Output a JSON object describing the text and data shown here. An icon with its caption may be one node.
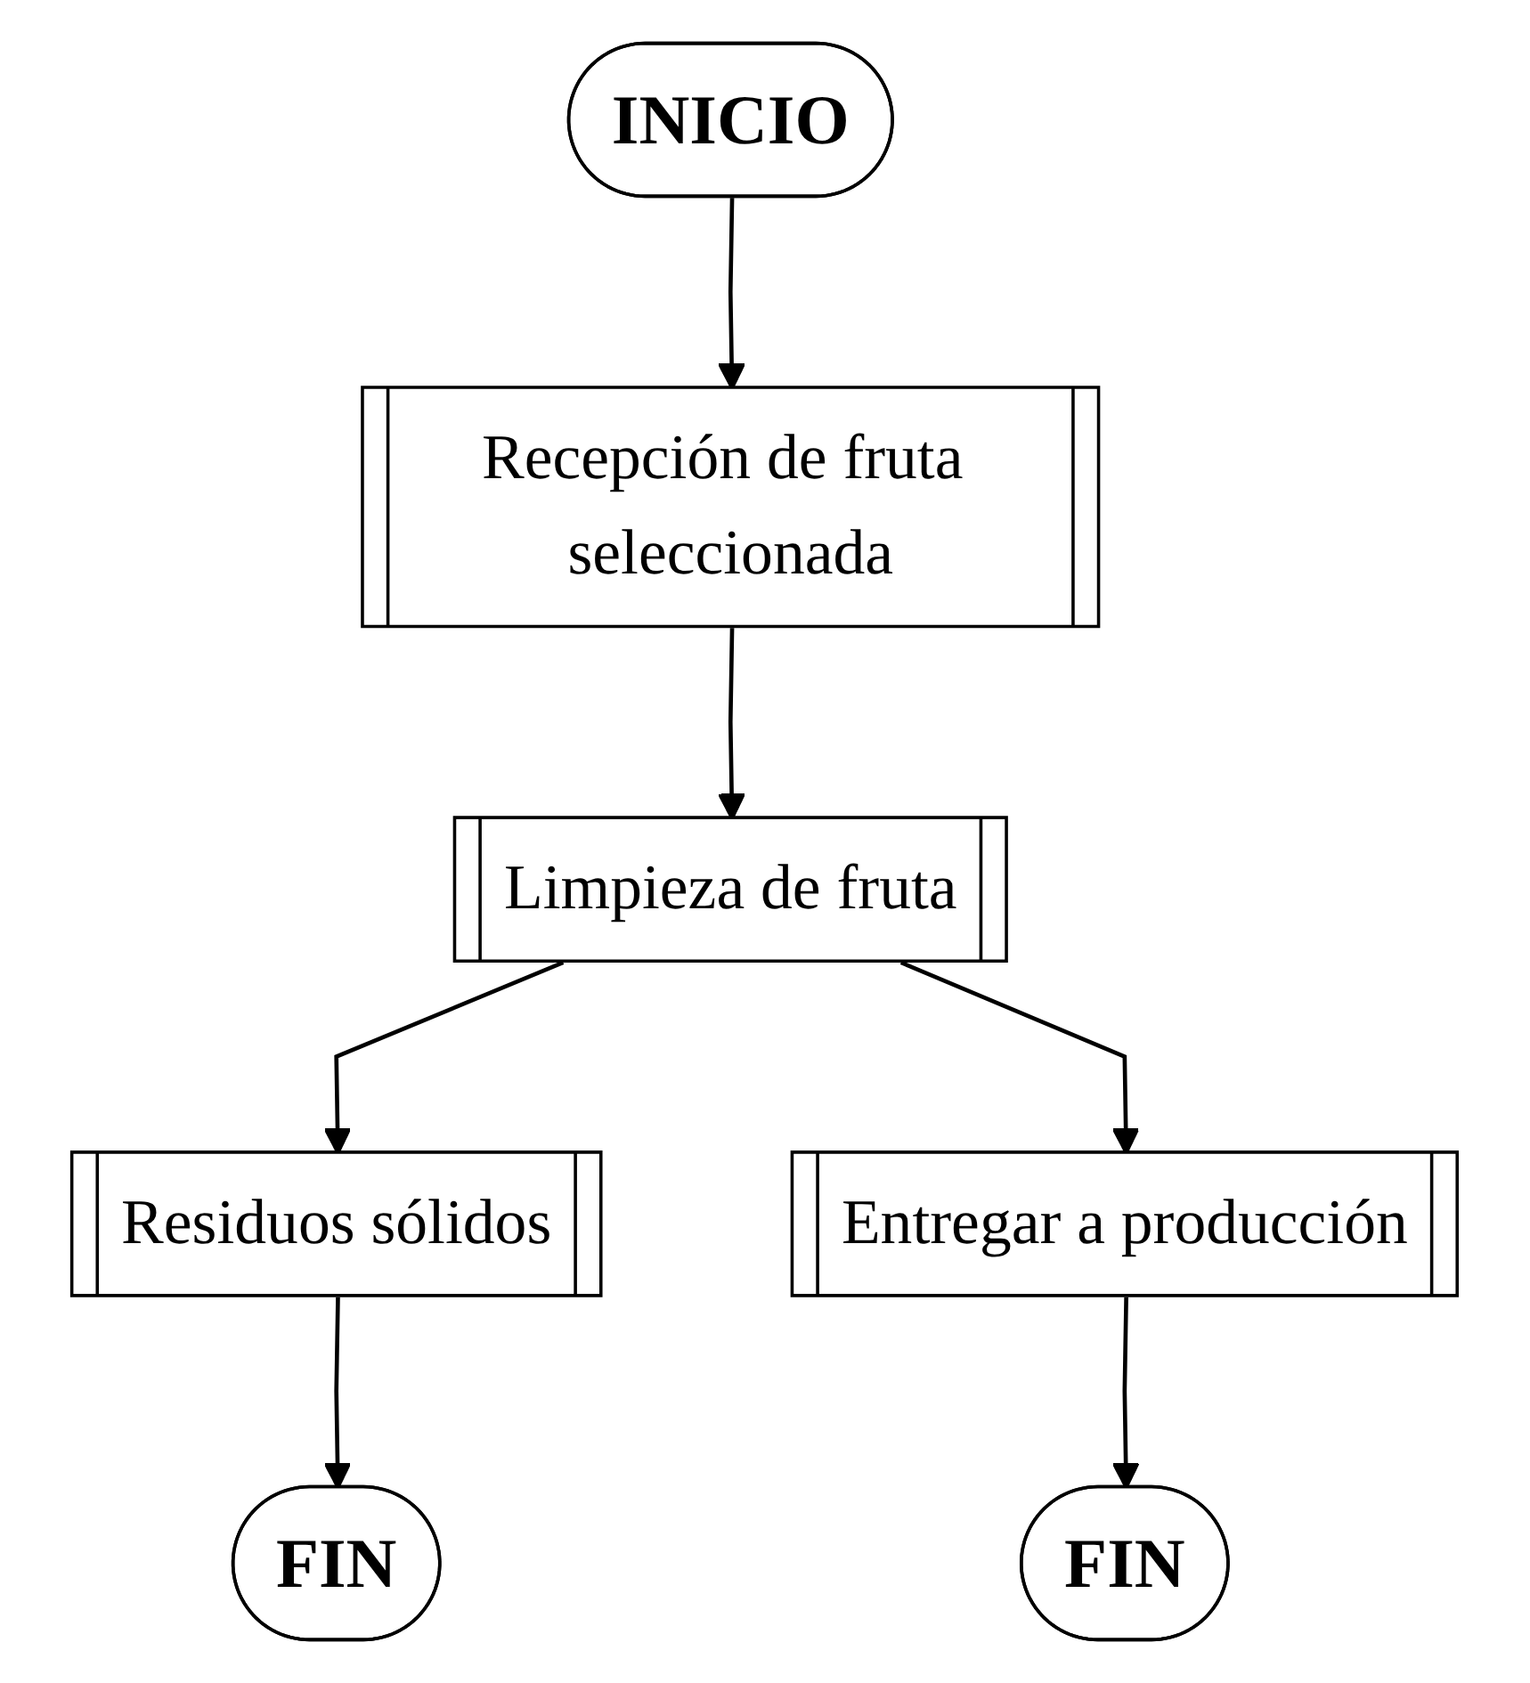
{
  "diagram": {
    "nodes": [
      {
        "text": [
          "INICIO"
        ]
      },
      {
        "text": [
          "Recepción de fruta seleccionada"
        ]
      },
      {
        "text": [
          "Limpieza de fruta"
        ]
      },
      {
        "text": [
          "Residuos sólidos"
        ]
      },
      {
        "text": [
          "FIN"
        ]
      },
      {
        "text": [
          "Entregar a producción"
        ]
      },
      {
        "text": [
          "FIN"
        ]
      }
    ],
    "edges": [
      {
        "from": 0,
        "to": 1,
        "arrow": "to"
      },
      {
        "from": 1,
        "to": 2,
        "arrow": "to"
      },
      {
        "from": 2,
        "to": 3,
        "arrow": "to"
      },
      {
        "from": 3,
        "to": 4,
        "arrow": "to"
      },
      {
        "from": 2,
        "to": 5,
        "arrow": "to"
      },
      {
        "from": 5,
        "to": 6,
        "arrow": "to"
      }
    ]
  }
}
